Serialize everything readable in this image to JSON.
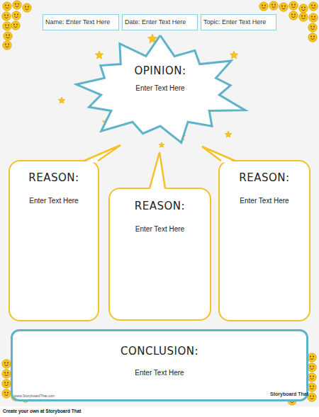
{
  "diagram": {
    "nodes": [
      {
        "text": [
          "Name: Enter Text Here"
        ]
      },
      {
        "text": [
          "Date: Enter Text Here"
        ]
      },
      {
        "text": [
          "Topic: Enter Text Here"
        ]
      },
      {
        "text": [
          "OPINION:",
          "Enter Text Here"
        ]
      },
      {
        "text": [
          "REASON:",
          "Enter Text Here"
        ]
      },
      {
        "text": [
          "REASON:",
          "Enter Text Here"
        ]
      },
      {
        "text": [
          "REASON:",
          "Enter Text Here"
        ]
      },
      {
        "text": [
          "CONCLUSION:",
          "Enter Text Here"
        ]
      }
    ],
    "labels": [
      "www.StoryboardThat.com",
      "Storyboard That",
      "Create your own at Storyboard That"
    ]
  }
}
